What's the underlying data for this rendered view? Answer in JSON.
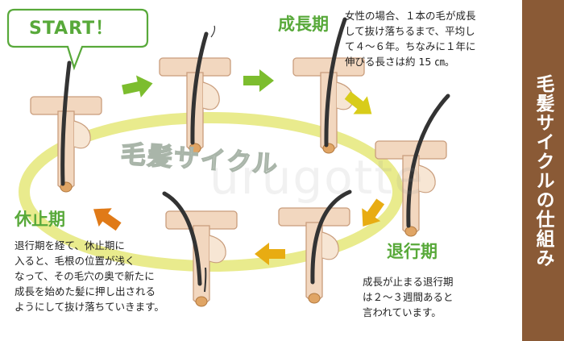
{
  "title": "毛髪サイクルの仕組み",
  "start_label": "START！",
  "cycle_label": "毛髪サイクル",
  "watermark": "urugotte",
  "phases": {
    "growth": {
      "label": "成長期",
      "text": "女性の場合、１本の毛が成長\nして抜け落ちるまで、平均し\nて４～６年。ちなみに１年に\n伸びる長さは約 15 ㎝。"
    },
    "regression": {
      "label": "退行期",
      "text": "成長が止まる退行期\nは２～３週間あると\n言われています。"
    },
    "rest": {
      "label": "休止期",
      "text": "退行期を経て、休止期に\n入ると、毛根の位置が浅く\nなって、その毛穴の奥で新たに\n成長を始めた髪に押し出される\nようにして抜け落ちていきます。"
    }
  },
  "colors": {
    "green": "#58a93a",
    "arrow_green": "#7cbd2e",
    "arrow_yellow": "#d8cc1a",
    "arrow_orange": "#e8ac12",
    "arrow_dark_orange": "#e07a18",
    "ellipse": "#e9eb8d",
    "title_bar": "#8a5a36",
    "skin": "#f2d7bf",
    "skin_line": "#c99d7c",
    "hair": "#333333",
    "bulb": "#e0a565"
  }
}
